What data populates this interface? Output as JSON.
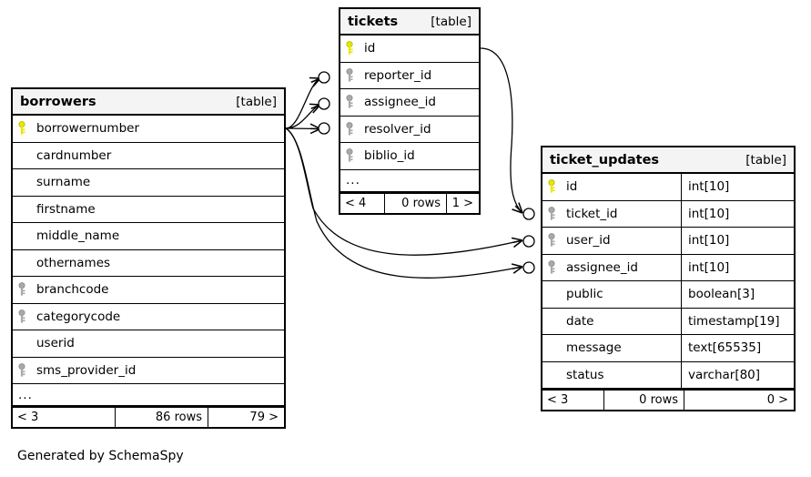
{
  "diagram": {
    "caption": "Generated by SchemaSpy",
    "table_tag": "[table]",
    "ellipsis": "...",
    "key_colors": {
      "primary": "#e8e800",
      "foreign": "#a9a9a9"
    },
    "line_color": "#000000"
  },
  "tables": {
    "borrowers": {
      "name": "borrowers",
      "tag": "[table]",
      "columns": [
        {
          "name": "borrowernumber",
          "key": "primary",
          "type": ""
        },
        {
          "name": "cardnumber",
          "key": "none",
          "type": ""
        },
        {
          "name": "surname",
          "key": "none",
          "type": ""
        },
        {
          "name": "firstname",
          "key": "none",
          "type": ""
        },
        {
          "name": "middle_name",
          "key": "none",
          "type": ""
        },
        {
          "name": "othernames",
          "key": "none",
          "type": ""
        },
        {
          "name": "branchcode",
          "key": "foreign",
          "type": ""
        },
        {
          "name": "categorycode",
          "key": "foreign",
          "type": ""
        },
        {
          "name": "userid",
          "key": "none",
          "type": ""
        },
        {
          "name": "sms_provider_id",
          "key": "foreign",
          "type": ""
        }
      ],
      "has_ellipsis": true,
      "footer": {
        "prev": "< 3",
        "rows": "86 rows",
        "next": "79 >"
      }
    },
    "tickets": {
      "name": "tickets",
      "tag": "[table]",
      "columns": [
        {
          "name": "id",
          "key": "primary",
          "type": ""
        },
        {
          "name": "reporter_id",
          "key": "foreign",
          "type": ""
        },
        {
          "name": "assignee_id",
          "key": "foreign",
          "type": ""
        },
        {
          "name": "resolver_id",
          "key": "foreign",
          "type": ""
        },
        {
          "name": "biblio_id",
          "key": "foreign",
          "type": ""
        }
      ],
      "has_ellipsis": true,
      "footer": {
        "prev": "< 4",
        "rows": "0 rows",
        "next": "1 >"
      }
    },
    "ticket_updates": {
      "name": "ticket_updates",
      "tag": "[table]",
      "columns": [
        {
          "name": "id",
          "key": "primary",
          "type": "int[10]"
        },
        {
          "name": "ticket_id",
          "key": "foreign",
          "type": "int[10]"
        },
        {
          "name": "user_id",
          "key": "foreign",
          "type": "int[10]"
        },
        {
          "name": "assignee_id",
          "key": "foreign",
          "type": "int[10]"
        },
        {
          "name": "public",
          "key": "none",
          "type": "boolean[3]"
        },
        {
          "name": "date",
          "key": "none",
          "type": "timestamp[19]"
        },
        {
          "name": "message",
          "key": "none",
          "type": "text[65535]"
        },
        {
          "name": "status",
          "key": "none",
          "type": "varchar[80]"
        }
      ],
      "has_ellipsis": false,
      "footer": {
        "prev": "< 3",
        "rows": "0 rows",
        "next": "0 >"
      }
    }
  },
  "relationships": [
    {
      "from": "borrowers.borrowernumber",
      "to": "tickets.reporter_id"
    },
    {
      "from": "borrowers.borrowernumber",
      "to": "tickets.assignee_id"
    },
    {
      "from": "borrowers.borrowernumber",
      "to": "tickets.resolver_id"
    },
    {
      "from": "tickets.id",
      "to": "ticket_updates.ticket_id"
    },
    {
      "from": "borrowers.borrowernumber",
      "to": "ticket_updates.user_id"
    },
    {
      "from": "borrowers.borrowernumber",
      "to": "ticket_updates.assignee_id"
    }
  ]
}
